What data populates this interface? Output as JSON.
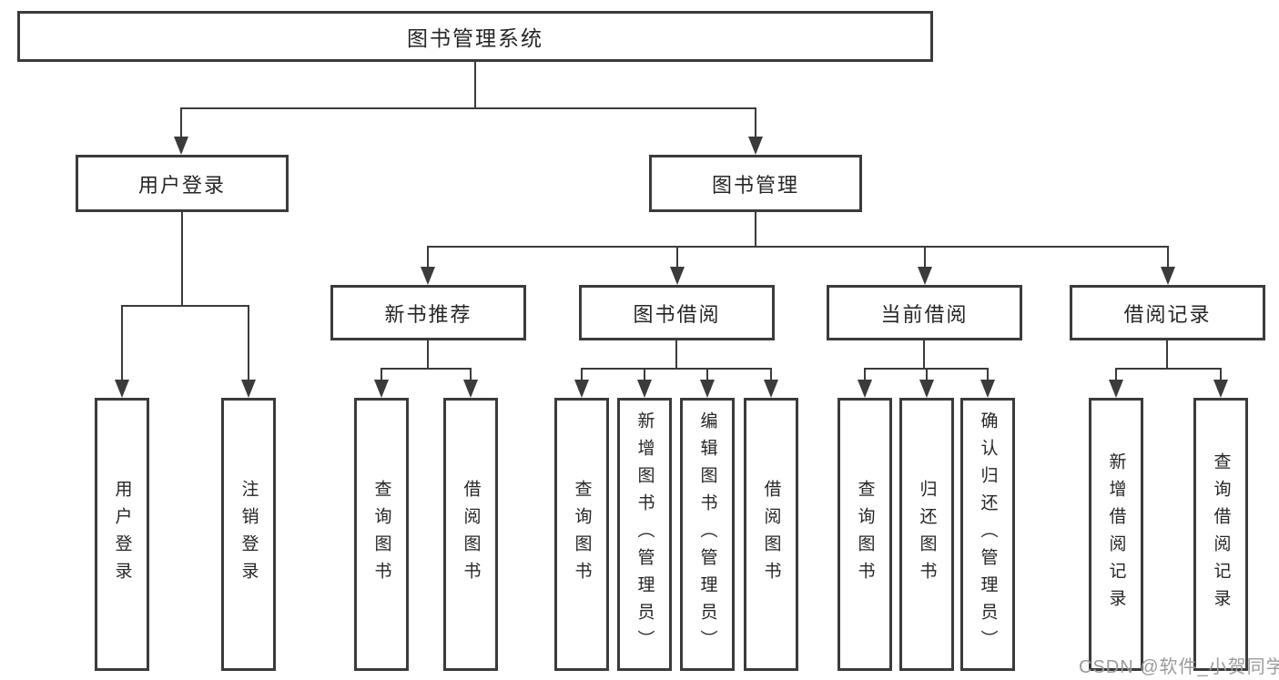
{
  "diagram_type": "functional-structure-tree",
  "palette": {
    "background": "#ffffff",
    "box_border": "#3b3b3b",
    "connector_line": "#3b3b3b",
    "node_text": "#262626",
    "watermark_text": "#9b9b9b"
  },
  "hierarchy": {
    "root": "图书管理系统",
    "level2": [
      {
        "id": "user-login",
        "label": "用户登录",
        "leaves": [
          "用户登录",
          "注销登录"
        ]
      },
      {
        "id": "book-management",
        "label": "图书管理",
        "groups": [
          {
            "id": "new-book-recommend",
            "label": "新书推荐",
            "leaves": [
              "查询图书",
              "借阅图书"
            ]
          },
          {
            "id": "book-borrowing",
            "label": "图书借阅",
            "leaves": [
              "查询图书",
              "新增图书（管理员）",
              "编辑图书（管理员）",
              "借阅图书"
            ]
          },
          {
            "id": "current-borrowing",
            "label": "当前借阅",
            "leaves": [
              "查询图书",
              "归还图书",
              "确认归还（管理员）"
            ]
          },
          {
            "id": "borrowing-records",
            "label": "借阅记录",
            "leaves": [
              "新增借阅记录",
              "查询借阅记录"
            ]
          }
        ]
      }
    ]
  },
  "watermark": {
    "text": "CSDN @软件_小贺同学"
  }
}
